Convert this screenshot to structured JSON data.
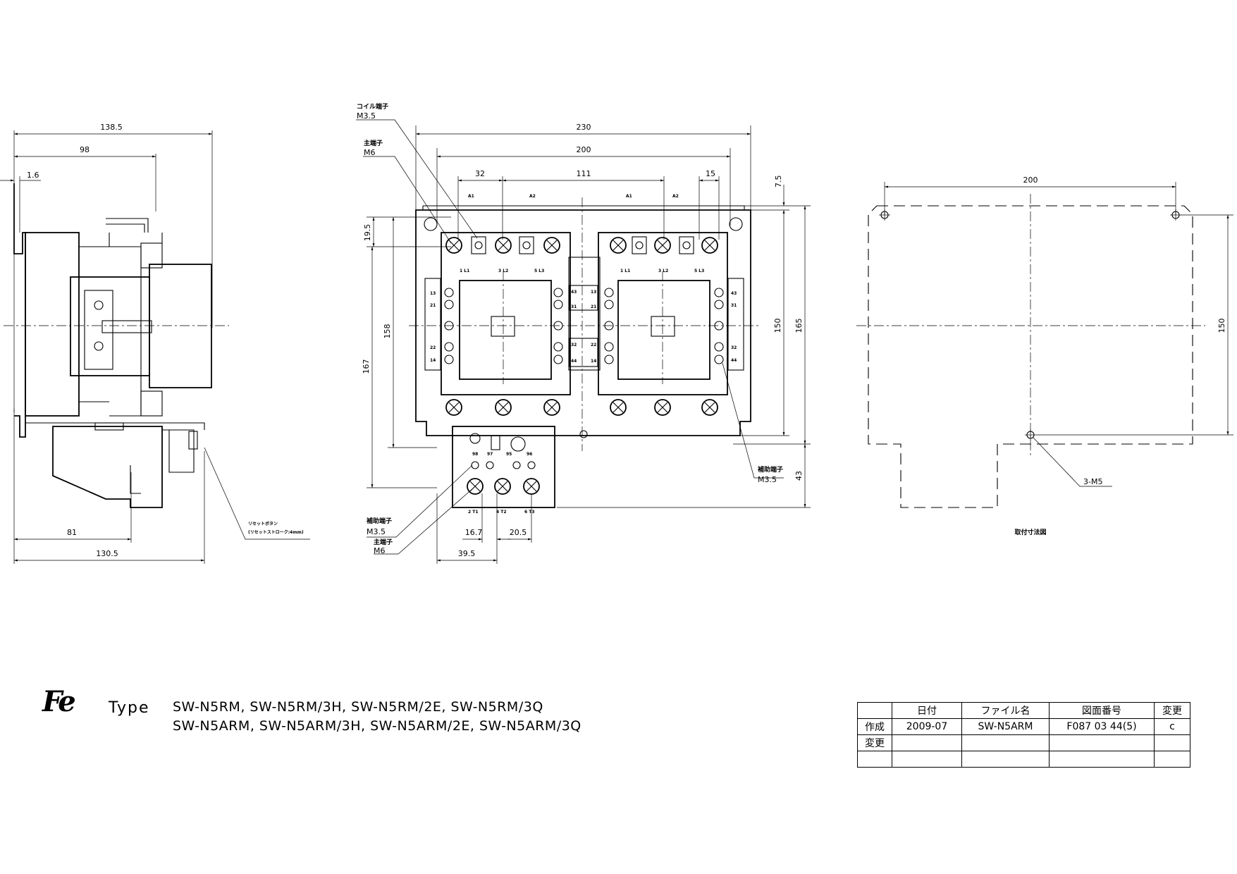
{
  "side_view": {
    "dims": {
      "d1": "138.5",
      "d2": "98",
      "d3": "1.6",
      "d4": "81",
      "d5": "130.5"
    },
    "reset_label_1": "リセットボタン",
    "reset_label_2": "(リセットストローク:4mm)"
  },
  "front_view": {
    "dims": {
      "w1": "230",
      "w2": "200",
      "w3": "32",
      "w4": "111",
      "w5": "15",
      "h1": "7.5",
      "h2": "19.5",
      "h3": "158",
      "h4": "167",
      "h5": "150",
      "h6": "165",
      "h7": "43",
      "b1": "16.7",
      "b2": "20.5",
      "b3": "39.5"
    },
    "callouts": {
      "coil_terminal": "コイル端子",
      "coil_terminal_size": "M3.5",
      "main_terminal": "主端子",
      "main_terminal_size": "M6",
      "aux_terminal": "補助端子",
      "aux_terminal_size": "M3.5",
      "aux_terminal_right": "補助端子",
      "aux_terminal_right_size": "M3.5",
      "main_terminal_bottom": "主端子",
      "main_terminal_bottom_size": "M6"
    },
    "terminals": {
      "a1": "A1",
      "a2": "A2",
      "l1": "1 L1",
      "l2": "3 L2",
      "l3": "5 L3",
      "t13": "13",
      "t21": "21",
      "t22": "22",
      "t14": "14",
      "t43": "43",
      "t31": "31",
      "t32": "32",
      "t44": "44",
      "t98": "98",
      "t97": "97",
      "t95": "95",
      "t96": "96",
      "t1": "2 T1",
      "t2": "4 T2",
      "t3": "6 T3"
    }
  },
  "mounting_view": {
    "dims": {
      "w": "200",
      "h": "150"
    },
    "hole_label": "3-M5",
    "caption": "取付寸法図"
  },
  "title": {
    "logo": "Fe",
    "type_label": "Type",
    "models_line1": "SW-N5RM, SW-N5RM/3H, SW-N5RM/2E, SW-N5RM/3Q",
    "models_line2": "SW-N5ARM, SW-N5ARM/3H, SW-N5ARM/2E, SW-N5ARM/3Q"
  },
  "title_block": {
    "headers": [
      "日付",
      "ファイル名",
      "図面番号",
      "変更"
    ],
    "row1_label": "作成",
    "row1": [
      "2009-07",
      "SW-N5ARM",
      "F087 03 44(5)",
      "c"
    ],
    "row2_label": "変更"
  }
}
